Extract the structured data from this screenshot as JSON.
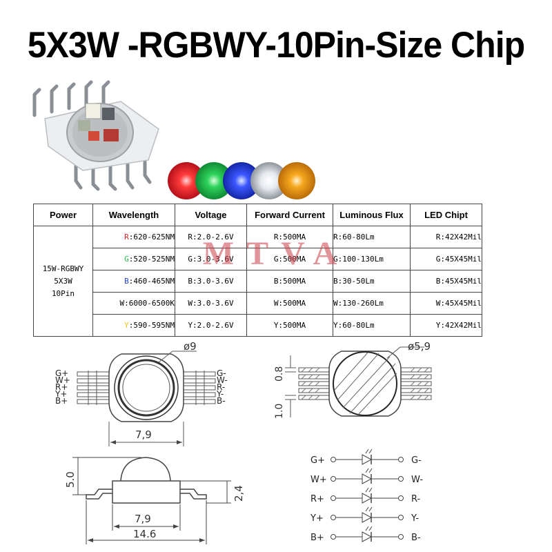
{
  "title": "5X3W -RGBWY-10Pin-Size Chip",
  "watermark": "MTVA",
  "led_colors": {
    "red": "#e31f26",
    "green": "#1fbe4a",
    "blue": "#1f3fd8",
    "white": "#d4d8dc",
    "yellow": "#f2a018"
  },
  "table": {
    "headers": [
      "Power",
      "Wavelength",
      "Voltage",
      "Forward Current",
      "Luminous Flux",
      "LED Chipt"
    ],
    "power_lines": [
      "15W-RGBWY",
      "5X3W",
      "10Pin"
    ],
    "rows": [
      {
        "wl_prefix": "R",
        "wl_color": "#e31f26",
        "wl_value": ":620-625NM",
        "voltage": "R:2.0-2.6V",
        "current": "R:500MA",
        "flux": "R:60-80Lm",
        "chip": "R:42X42Mil"
      },
      {
        "wl_prefix": "G",
        "wl_color": "#1fbe4a",
        "wl_value": ":520-525NM",
        "voltage": "G:3.0-3.6V",
        "current": "G:500MA",
        "flux": "G:100-130Lm",
        "chip": "G:45X45Mil"
      },
      {
        "wl_prefix": "B",
        "wl_color": "#1f3fd8",
        "wl_value": ":460-465NM",
        "voltage": "B:3.0-3.6V",
        "current": "B:500MA",
        "flux": "B:30-50Lm",
        "chip": "B:45X45Mil"
      },
      {
        "wl_prefix": "W",
        "wl_color": "#000000",
        "wl_value": ":6000-6500K",
        "voltage": "W:3.0-3.6V",
        "current": "W:500MA",
        "flux": "W:130-260Lm",
        "chip": "W:45X45Mil"
      },
      {
        "wl_prefix": "Y",
        "wl_color": "#f2c21a",
        "wl_value": ":590-595NM",
        "voltage": "Y:2.0-2.6V",
        "current": "Y:500MA",
        "flux": "Y:60-80Lm",
        "chip": "Y:42X42Mil"
      }
    ]
  },
  "top_view": {
    "diameter": "ø9",
    "width": "7,9",
    "pins_left": [
      "G+",
      "W+",
      "R+",
      "Y+",
      "B+"
    ],
    "pins_right": [
      "G-",
      "W-",
      "R-",
      "Y-",
      "B-"
    ]
  },
  "bottom_view": {
    "diameter": "ø5,9",
    "pin_width": "0.8",
    "pin_pitch": "1.0"
  },
  "side_view": {
    "height": "5.0",
    "body_height": "2,4",
    "body_width": "7,9",
    "total_width": "14.6"
  },
  "schematic": {
    "rows": [
      {
        "plus": "G+",
        "minus": "G-"
      },
      {
        "plus": "W+",
        "minus": "W-"
      },
      {
        "plus": "R+",
        "minus": "R-"
      },
      {
        "plus": "Y+",
        "minus": "Y-"
      },
      {
        "plus": "B+",
        "minus": "B-"
      }
    ]
  }
}
